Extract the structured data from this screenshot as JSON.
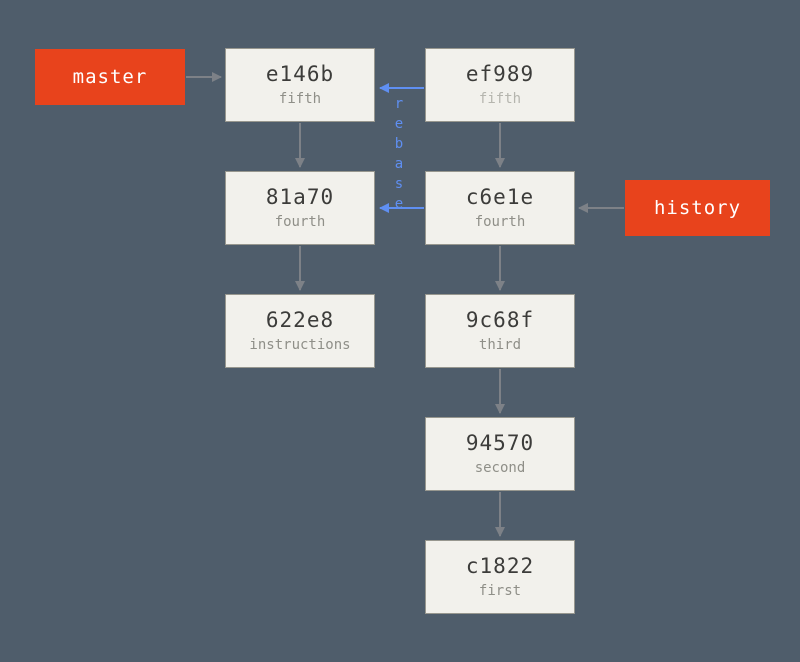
{
  "branches": {
    "master": {
      "label": "master"
    },
    "history": {
      "label": "history"
    }
  },
  "commits": {
    "e146b": {
      "hash": "e146b",
      "label": "fifth"
    },
    "ef989": {
      "hash": "ef989",
      "label": "fifth"
    },
    "81a70": {
      "hash": "81a70",
      "label": "fourth"
    },
    "c6e1e": {
      "hash": "c6e1e",
      "label": "fourth"
    },
    "622e8": {
      "hash": "622e8",
      "label": "instructions"
    },
    "9c68f": {
      "hash": "9c68f",
      "label": "third"
    },
    "94570": {
      "hash": "94570",
      "label": "second"
    },
    "c1822": {
      "hash": "c1822",
      "label": "first"
    }
  },
  "rebase_label": "rebase",
  "edges": [
    {
      "from": "master",
      "to": "e146b",
      "style": "gray"
    },
    {
      "from": "ef989",
      "to": "e146b",
      "style": "blue"
    },
    {
      "from": "e146b",
      "to": "81a70",
      "style": "gray"
    },
    {
      "from": "81a70",
      "to": "622e8",
      "style": "gray"
    },
    {
      "from": "ef989",
      "to": "c6e1e",
      "style": "gray"
    },
    {
      "from": "c6e1e",
      "to": "81a70",
      "style": "blue"
    },
    {
      "from": "history",
      "to": "c6e1e",
      "style": "gray"
    },
    {
      "from": "c6e1e",
      "to": "9c68f",
      "style": "gray"
    },
    {
      "from": "9c68f",
      "to": "94570",
      "style": "gray"
    },
    {
      "from": "94570",
      "to": "c1822",
      "style": "gray"
    }
  ],
  "colors": {
    "background": "#4f5d6b",
    "commit_box_bg": "#f2f1ec",
    "commit_box_border": "#97978f",
    "hash_text": "#3c3c3a",
    "label_text": "#8f8f88",
    "faded_label_text": "#b5b5ae",
    "branch_bg": "#e8431c",
    "branch_text": "#ffffff",
    "arrow_gray": "#7d8187",
    "arrow_blue": "#5f8ff2"
  }
}
